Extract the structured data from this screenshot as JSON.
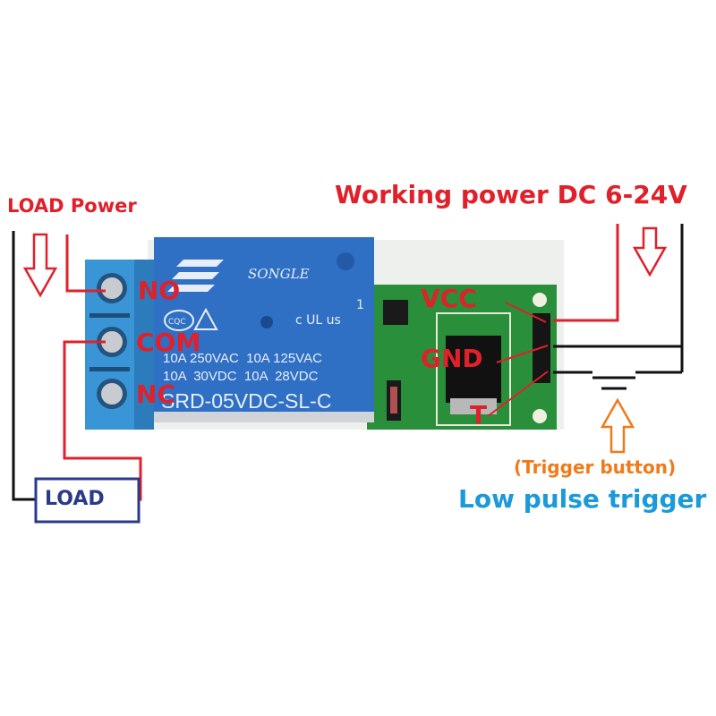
{
  "title": "Working power DC 6-24V",
  "load_power_label": "LOAD Power",
  "load_box_label": "LOAD",
  "terminals": {
    "no": "NO",
    "com": "COM",
    "nc": "NC"
  },
  "pins": {
    "vcc": "VCC",
    "gnd": "GND",
    "t": "T"
  },
  "relay": {
    "brand": "SONGLE",
    "rating_line1": "10A 250VAC  10A 125VAC",
    "rating_line2": "10A  30VDC  10A  28VDC",
    "model": "SRD-05VDC-SL-C",
    "cert_cqc": "CQC",
    "cert_ul": "c UL us",
    "index": "1"
  },
  "trigger_button_label": "(Trigger button)",
  "trigger_mode_label": "Low pulse trigger",
  "colors": {
    "red": "#e0202a",
    "navy": "#2a3a8a",
    "orange": "#f07a1a",
    "blue": "#1a9ad8",
    "relay": "#2f6fc4",
    "pcb": "#2a8f3a",
    "terminal": "#3a95d6"
  }
}
